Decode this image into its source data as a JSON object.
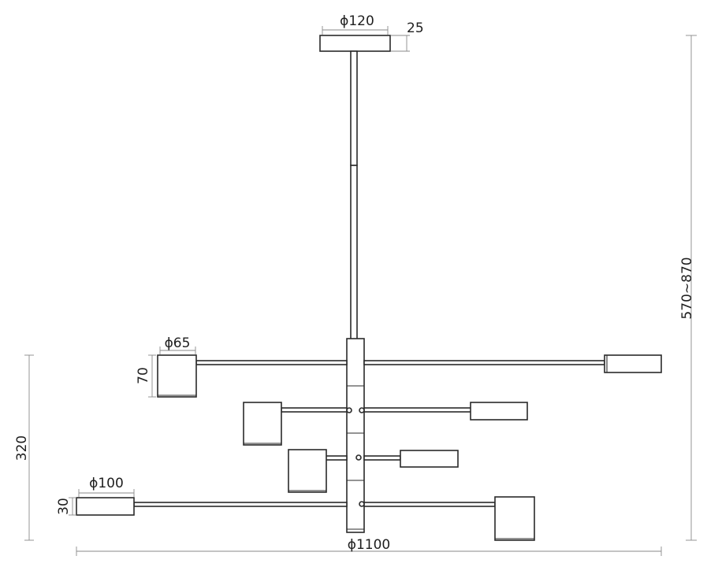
{
  "dimensions": {
    "canopy_diameter": "ϕ120",
    "canopy_height": "25",
    "total_height": "570~870",
    "shade_large_diameter": "ϕ65",
    "shade_large_height": "70",
    "body_height": "320",
    "shade_small_diameter": "ϕ100",
    "shade_small_height": "30",
    "overall_diameter": "ϕ1100"
  },
  "colors": {
    "line": "#2a2a2a",
    "dimension_line": "#8a8a8a",
    "background": "#ffffff"
  }
}
